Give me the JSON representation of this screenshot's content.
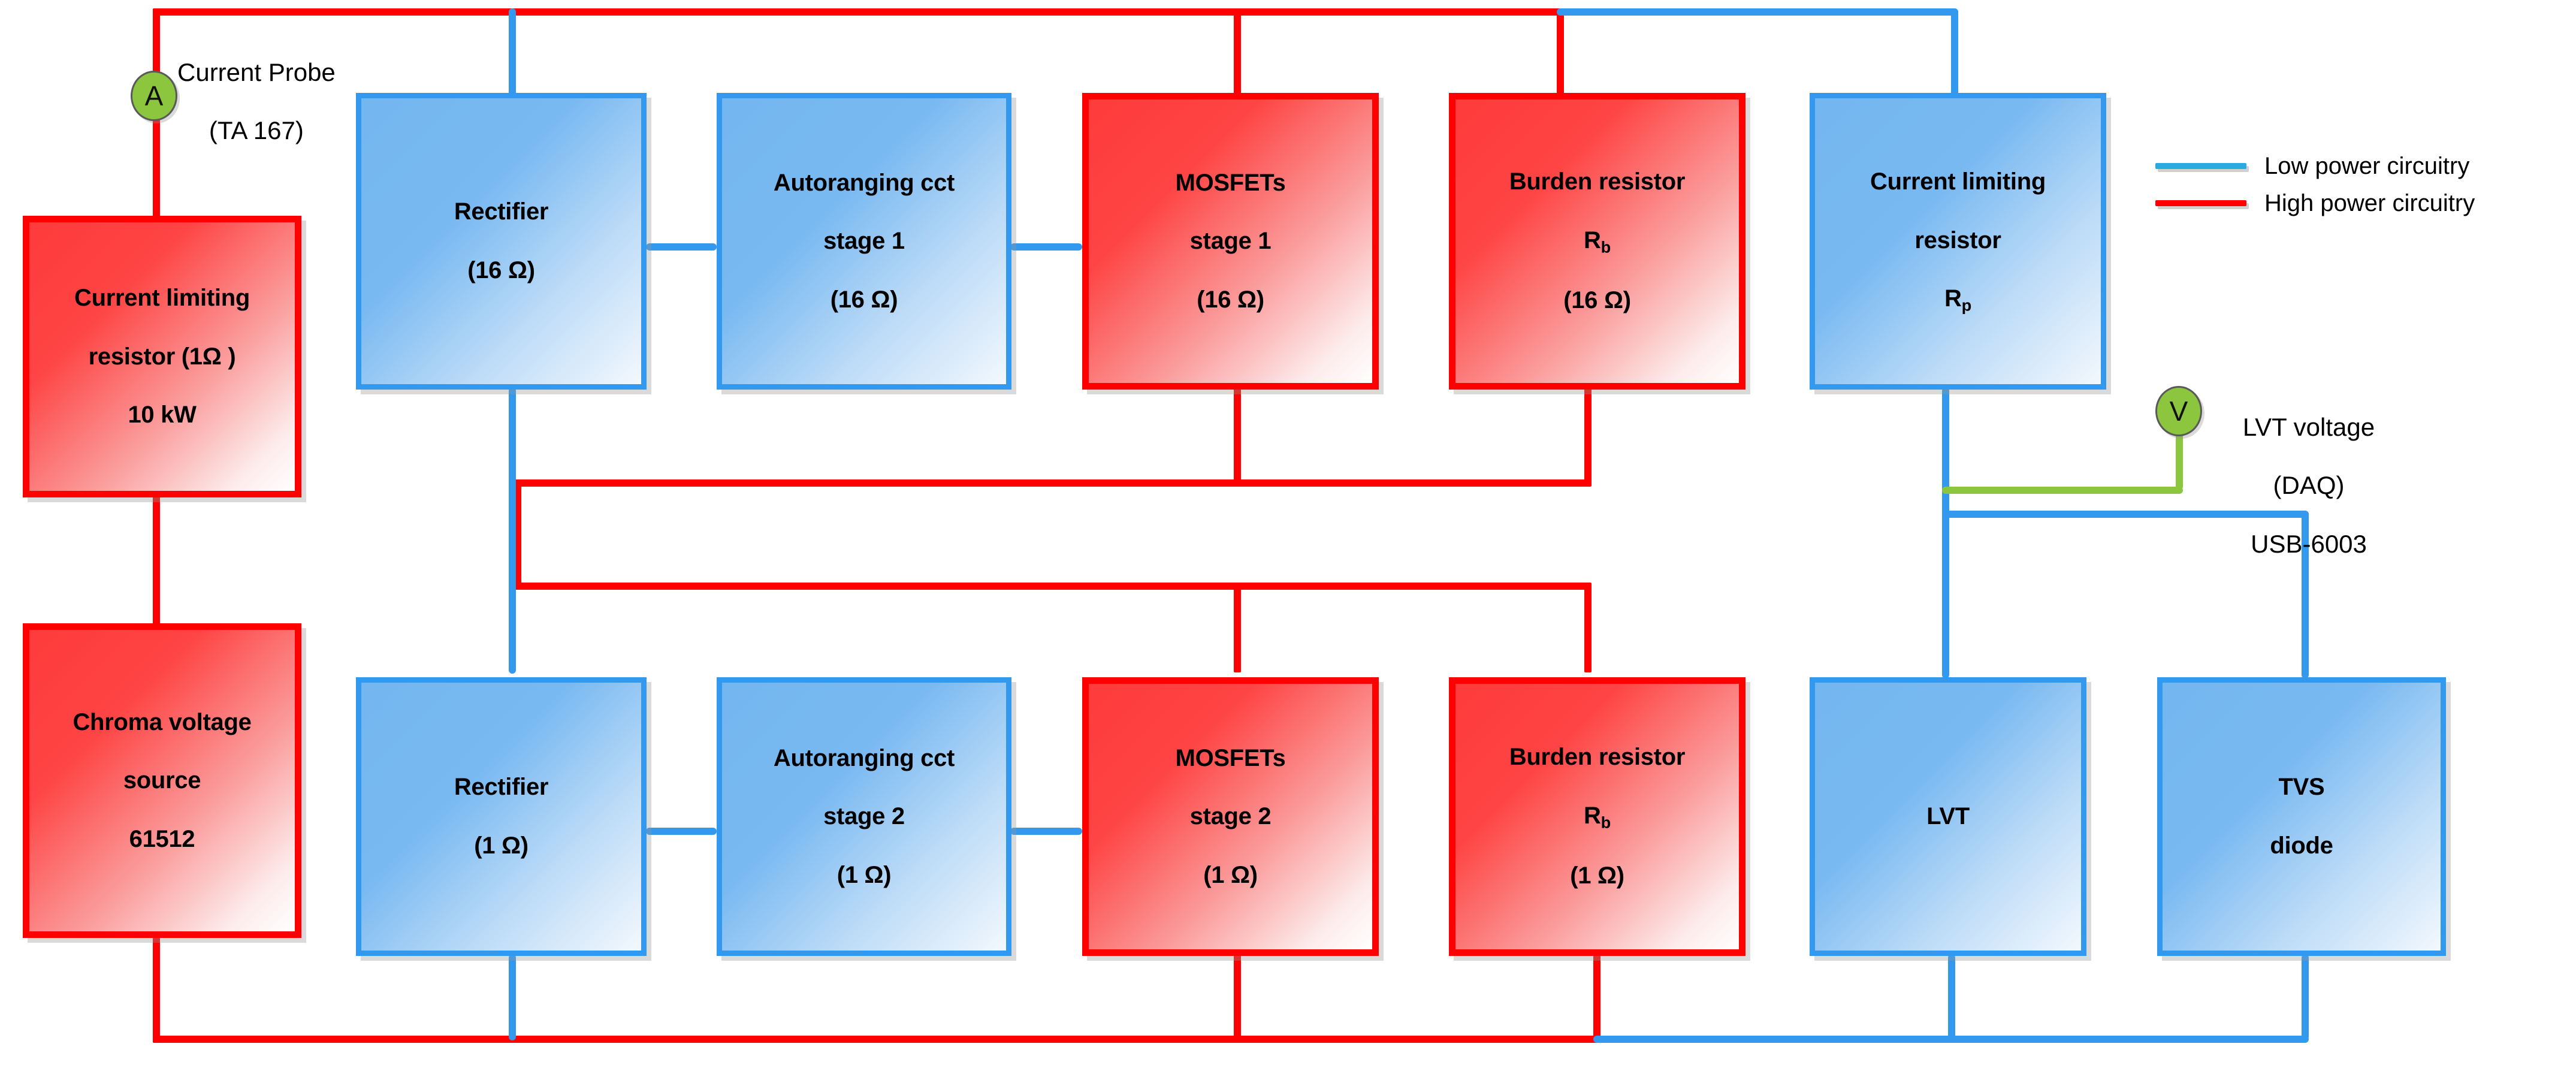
{
  "diagram": {
    "title": "Autoranging current measurement circuit block diagram",
    "colors": {
      "high_power": "#fe0000",
      "low_power": "#3399ef",
      "probe_fill": "#8cc63e",
      "daq_wire": "#8cc63e",
      "background": "#ffffff"
    }
  },
  "legend": {
    "items": [
      {
        "label": "Low power circuitry",
        "color": "#29abe2"
      },
      {
        "label": "High power circuitry",
        "color": "#fe0000"
      }
    ]
  },
  "probes": {
    "current": {
      "symbol": "A",
      "label": "Current Probe\n(TA 167)",
      "label_line1": "Current Probe",
      "label_line2": "(TA 167)"
    },
    "voltage": {
      "symbol": "V",
      "label": "LVT voltage\n(DAQ)\nUSB-6003",
      "label_line1": "LVT voltage",
      "label_line2": "(DAQ)",
      "label_line3": "USB-6003"
    }
  },
  "blocks": {
    "current_limiting_resistor_source": {
      "name": "Current limiting resistor (1Ω) 10 kW",
      "line1": "Current limiting",
      "line2": "resistor (1Ω )",
      "line3": "10 kW",
      "power": "high"
    },
    "chroma_source": {
      "name": "Chroma voltage source 61512",
      "line1": "Chroma voltage",
      "line2": "source",
      "line3": "61512",
      "power": "high"
    },
    "rectifier_stage1": {
      "name": "Rectifier (16 Ω)",
      "line1": "Rectifier",
      "line2": "(16 Ω)",
      "power": "low"
    },
    "autoranging_stage1": {
      "name": "Autoranging cct stage 1 (16 Ω)",
      "line1": "Autoranging cct",
      "line2": "stage 1",
      "line3": "(16 Ω)",
      "power": "low"
    },
    "mosfets_stage1": {
      "name": "MOSFETs stage 1 (16 Ω)",
      "line1": "MOSFETs",
      "line2": "stage 1",
      "line3": "(16 Ω)",
      "power": "high"
    },
    "burden_resistor_stage1": {
      "name": "Burden resistor Rb (16 Ω)",
      "line1": "Burden resistor",
      "line2_main": "R",
      "line2_sub": "b",
      "line3": "(16 Ω)",
      "power": "high"
    },
    "current_limiting_resistor_rp": {
      "name": "Current limiting resistor Rp",
      "line1": "Current limiting",
      "line2": "resistor",
      "line3_main": "R",
      "line3_sub": "p",
      "power": "low"
    },
    "rectifier_stage2": {
      "name": "Rectifier (1 Ω)",
      "line1": "Rectifier",
      "line2": "(1 Ω)",
      "power": "low"
    },
    "autoranging_stage2": {
      "name": "Autoranging cct stage 2 (1 Ω)",
      "line1": "Autoranging cct",
      "line2": "stage 2",
      "line3": "(1 Ω)",
      "power": "low"
    },
    "mosfets_stage2": {
      "name": "MOSFETs stage 2 (1 Ω)",
      "line1": "MOSFETs",
      "line2": "stage 2",
      "line3": "(1 Ω)",
      "power": "high"
    },
    "burden_resistor_stage2": {
      "name": "Burden resistor Rb (1 Ω)",
      "line1": "Burden resistor",
      "line2_main": "R",
      "line2_sub": "b",
      "line3": "(1 Ω)",
      "power": "high"
    },
    "lvt": {
      "name": "LVT",
      "line1": "LVT",
      "power": "low"
    },
    "tvs_diode": {
      "name": "TVS diode",
      "line1": "TVS",
      "line2": "diode",
      "power": "low"
    }
  }
}
